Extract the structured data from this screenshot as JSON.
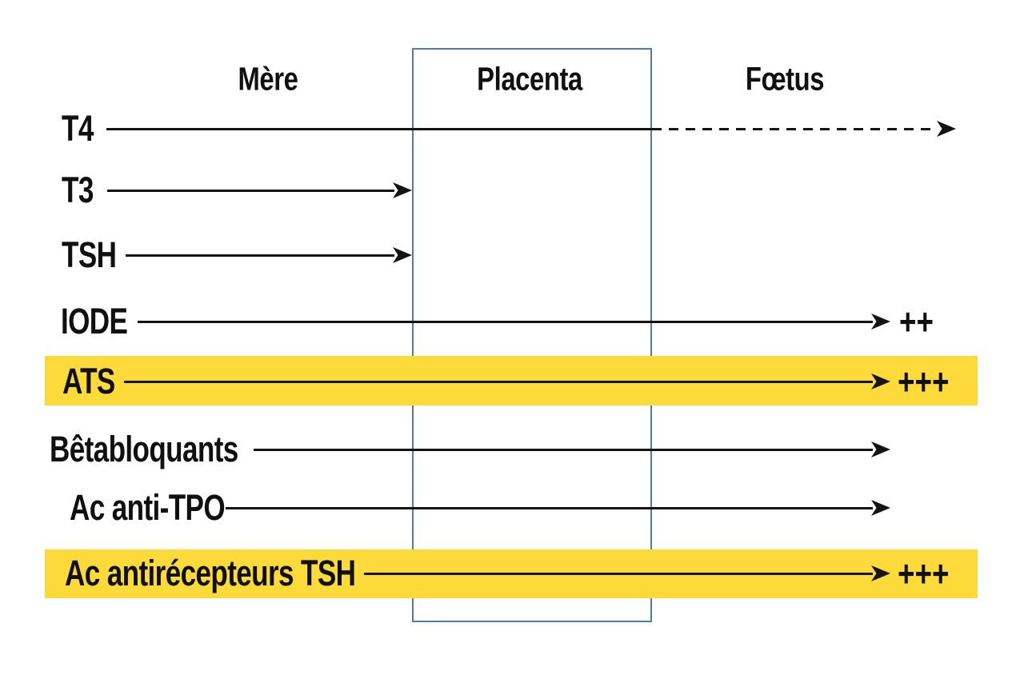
{
  "diagram": {
    "columns": [
      {
        "label": "Mère"
      },
      {
        "label": "Placenta"
      },
      {
        "label": "Fœtus"
      }
    ],
    "rows": [
      {
        "label": "T4",
        "transfer": "crosses-placenta-then-dashed",
        "marker": "",
        "highlighted": false
      },
      {
        "label": "T3",
        "transfer": "stops-at-placenta",
        "marker": "",
        "highlighted": false
      },
      {
        "label": "TSH",
        "transfer": "stops-at-placenta",
        "marker": "",
        "highlighted": false
      },
      {
        "label": "IODE",
        "transfer": "crosses-to-foetus",
        "marker": "++",
        "highlighted": false
      },
      {
        "label": "ATS",
        "transfer": "crosses-to-foetus",
        "marker": "+++",
        "highlighted": true
      },
      {
        "label": "Bêtabloquants",
        "transfer": "crosses-to-foetus",
        "marker": "",
        "highlighted": false
      },
      {
        "label": "Ac anti-TPO",
        "transfer": "crosses-to-foetus",
        "marker": "",
        "highlighted": false
      },
      {
        "label": "Ac antirécepteurs TSH",
        "transfer": "crosses-to-foetus",
        "marker": "+++",
        "highlighted": true
      }
    ],
    "colors": {
      "highlight": "#fbda3a",
      "placenta_border": "#4d7ea7",
      "line": "#141414"
    }
  }
}
